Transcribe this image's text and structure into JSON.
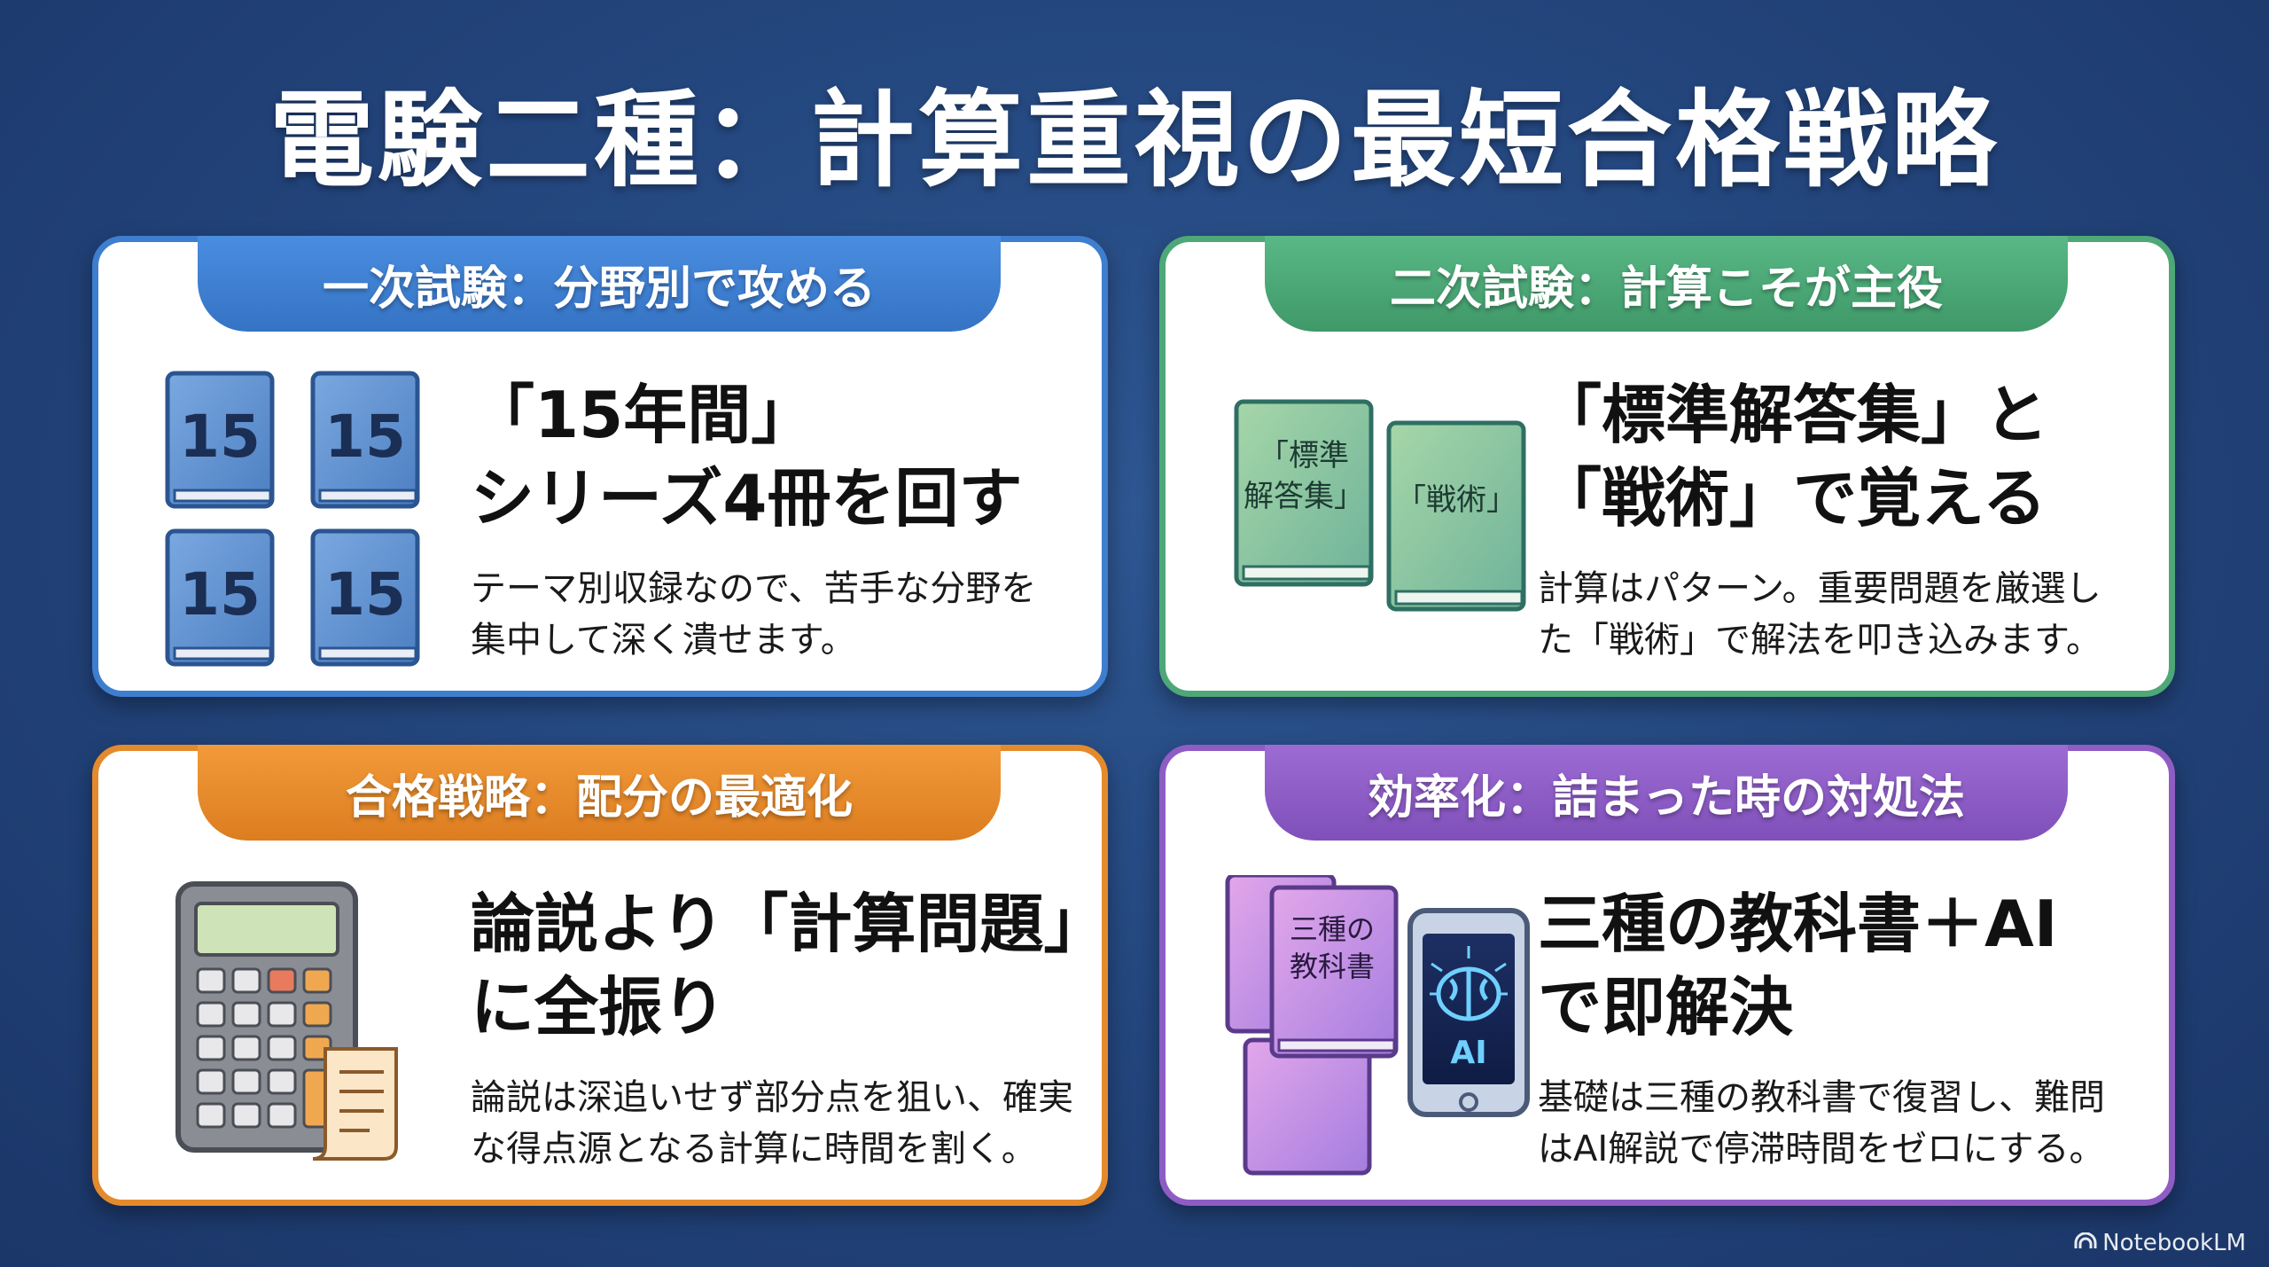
{
  "title": "電験二種：計算重視の最短合格戦略",
  "cards": [
    {
      "tab": "一次試験：分野別で攻める",
      "heading_line1": "「15年間」",
      "heading_line2": "シリーズ4冊を回す",
      "desc_line1": "テーマ別収録なので、苦手な分野を",
      "desc_line2": "集中して深く潰せます。",
      "icon": "book-stack-icon",
      "book_label": "15"
    },
    {
      "tab": "二次試験：計算こそが主役",
      "heading_line1": "「標準解答集」と",
      "heading_line2": "「戦術」で覚える",
      "desc_line1": "計算はパターン。重要問題を厳選し",
      "desc_line2": "た「戦術」で解法を叩き込みます。",
      "icon": "book-pair-icon",
      "book1_line1": "「標準",
      "book1_line2": "解答集」",
      "book2_label": "「戦術」"
    },
    {
      "tab": "合格戦略：配分の最適化",
      "heading_line1": "論説より「計算問題」",
      "heading_line2": "に全振り",
      "desc_line1": "論説は深追いせず部分点を狙い、確実",
      "desc_line2": "な得点源となる計算に時間を割く。",
      "icon": "calculator-icon"
    },
    {
      "tab": "効率化：詰まった時の対処法",
      "heading_line1": "三種の教科書＋AI",
      "heading_line2": "で即解決",
      "desc_line1": "基礎は三種の教科書で復習し、難問",
      "desc_line2": "はAI解説で停滞時間をゼロにする。",
      "icon": "textbook-ai-icon",
      "book_line1": "三種の",
      "book_line2": "教科書",
      "ai_label": "AI"
    }
  ],
  "footer": "NotebookLM",
  "colors": {
    "blue": "#3e7ecf",
    "green": "#4ea777",
    "orange": "#e58a2c",
    "purple": "#8f5cc4",
    "background": "#24477f"
  }
}
